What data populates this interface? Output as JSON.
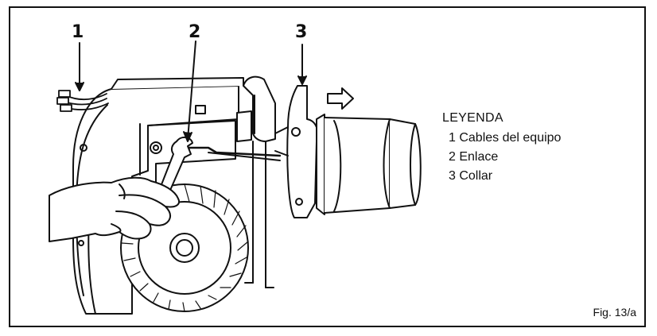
{
  "callouts": [
    {
      "number": "1",
      "meaning": "Cables del equipo"
    },
    {
      "number": "2",
      "meaning": "Enlace"
    },
    {
      "number": "3",
      "meaning": "Collar"
    }
  ],
  "legend": {
    "title": "LEYENDA",
    "items": [
      "1 Cables del equipo",
      "2 Enlace",
      "3 Collar"
    ]
  },
  "figure_label": "Fig. 13/a"
}
